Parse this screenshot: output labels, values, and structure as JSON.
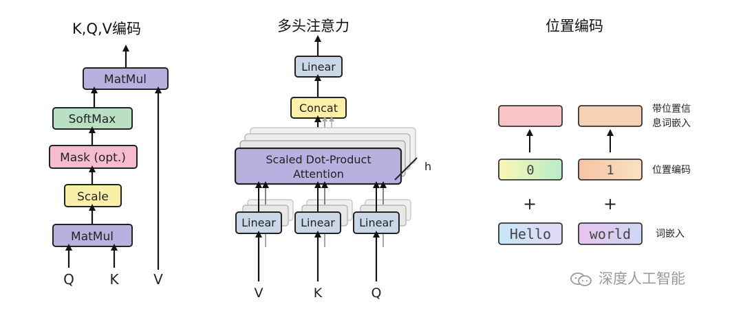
{
  "panels": {
    "attention": {
      "title": "K,Q,V编码",
      "blocks": [
        "MatMul",
        "SoftMax",
        "Mask (opt.)",
        "Scale",
        "MatMul"
      ],
      "inputs": [
        "Q",
        "K",
        "V"
      ]
    },
    "multihead": {
      "title": "多头注意力",
      "linear_top": "Linear",
      "concat": "Concat",
      "attention_line1": "Scaled Dot-Product",
      "attention_line2": "Attention",
      "heads_label": "h",
      "linear_bottom": [
        "Linear",
        "Linear",
        "Linear"
      ],
      "inputs": [
        "V",
        "K",
        "Q"
      ]
    },
    "positional": {
      "title": "位置编码",
      "output_label_line1": "带位置信",
      "output_label_line2": "息词嵌入",
      "encoding_values": [
        "0",
        "1"
      ],
      "encoding_label": "位置编码",
      "plus_signs": [
        "+",
        "+"
      ],
      "words": [
        "Hello",
        "world"
      ],
      "embedding_label": "词嵌入"
    }
  },
  "watermark": {
    "text": "深度人工智能",
    "icon": "chat-bubbles-icon"
  },
  "colors": {
    "matmul": "#b9b0e0",
    "softmax": "#b9e0c4",
    "mask": "#f6bccd",
    "scale": "#f9f0a8",
    "linear": "#c9d7e6",
    "concat": "#faf0a8",
    "attention": "#b9b0e0",
    "pos_out_1": "#f9c4c6",
    "pos_out_2": "#f7d1b3",
    "enc_1": "#d2f2c4",
    "enc_2": "#f6cfae",
    "word_1": "#cfe4f6",
    "word_2": "#dccdf2"
  }
}
